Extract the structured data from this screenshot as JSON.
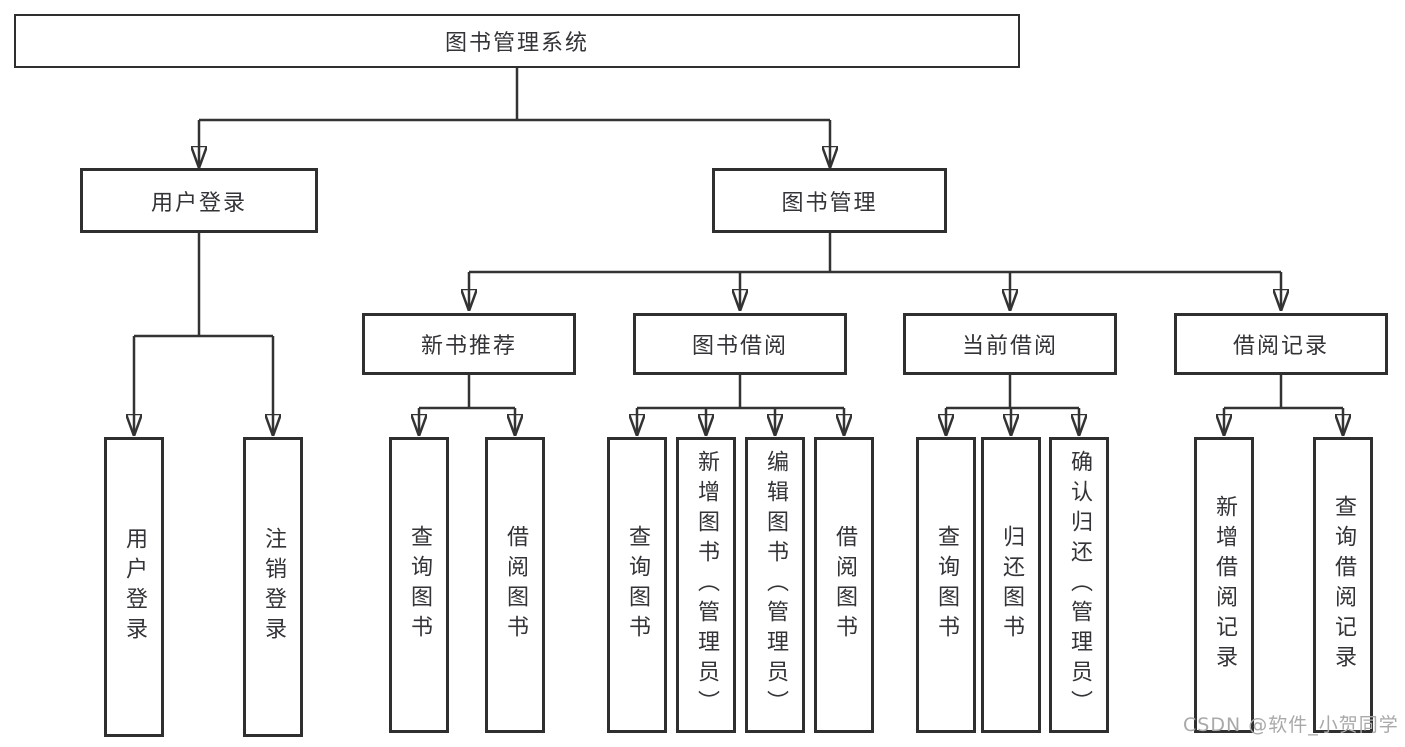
{
  "diagram": {
    "root": {
      "label": "图书管理系统"
    },
    "level2": [
      {
        "label": "用户登录"
      },
      {
        "label": "图书管理"
      }
    ],
    "level3": [
      {
        "label": "新书推荐"
      },
      {
        "label": "图书借阅"
      },
      {
        "label": "当前借阅"
      },
      {
        "label": "借阅记录"
      }
    ],
    "leaves": {
      "user_login": [
        {
          "label": "用户登录"
        },
        {
          "label": "注销登录"
        }
      ],
      "new_book": [
        {
          "label": "查询图书"
        },
        {
          "label": "借阅图书"
        }
      ],
      "book_borrow": [
        {
          "label": "查询图书"
        },
        {
          "label": "新增图书（管理员）"
        },
        {
          "label": "编辑图书（管理员）"
        },
        {
          "label": "借阅图书"
        }
      ],
      "current_borrow": [
        {
          "label": "查询图书"
        },
        {
          "label": "归还图书"
        },
        {
          "label": "确认归还（管理员）"
        }
      ],
      "borrow_record": [
        {
          "label": "新增借阅记录"
        },
        {
          "label": "查询借阅记录"
        }
      ]
    }
  },
  "watermark": {
    "text": "CSDN @软件_小贺同学",
    "color": "#a9a9a9"
  },
  "colors": {
    "line": "#333333",
    "box_border": "#2f2f2f",
    "text": "#333338",
    "background": "#ffffff"
  }
}
